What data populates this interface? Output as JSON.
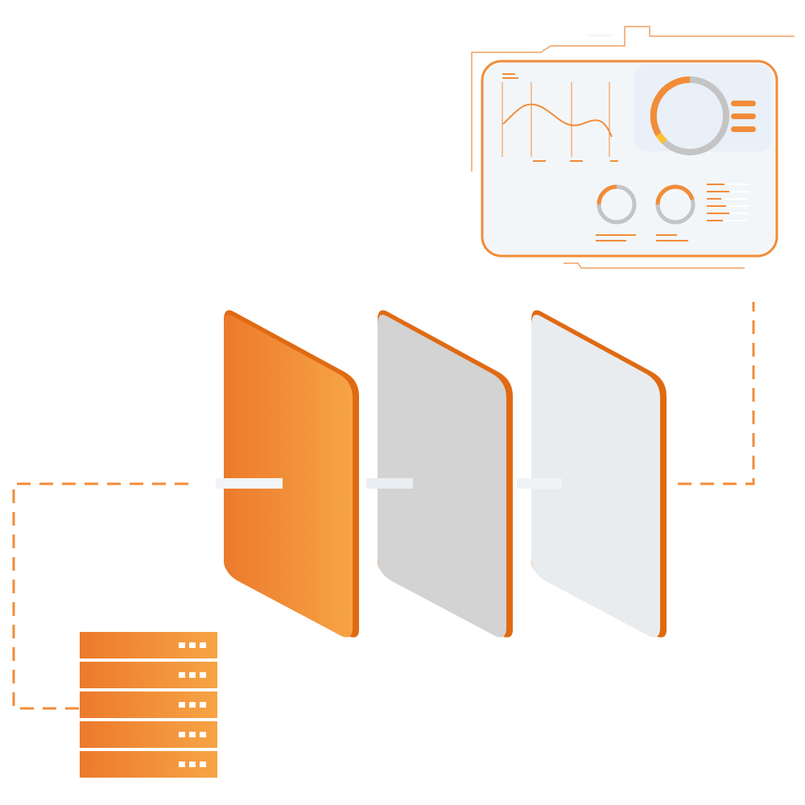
{
  "colors": {
    "accent": "#F28C38",
    "accent_dark": "#E06A12",
    "accent_light": "#F6A445",
    "panel_gray": "#D3D3D3",
    "panel_light": "#E9ECEF",
    "screen_bg": "#F3F6F9",
    "ring_gray": "#C4C4C4"
  },
  "diagram": {
    "server_units": 5,
    "panels": [
      "orange-layer",
      "gray-layer",
      "light-layer"
    ]
  }
}
